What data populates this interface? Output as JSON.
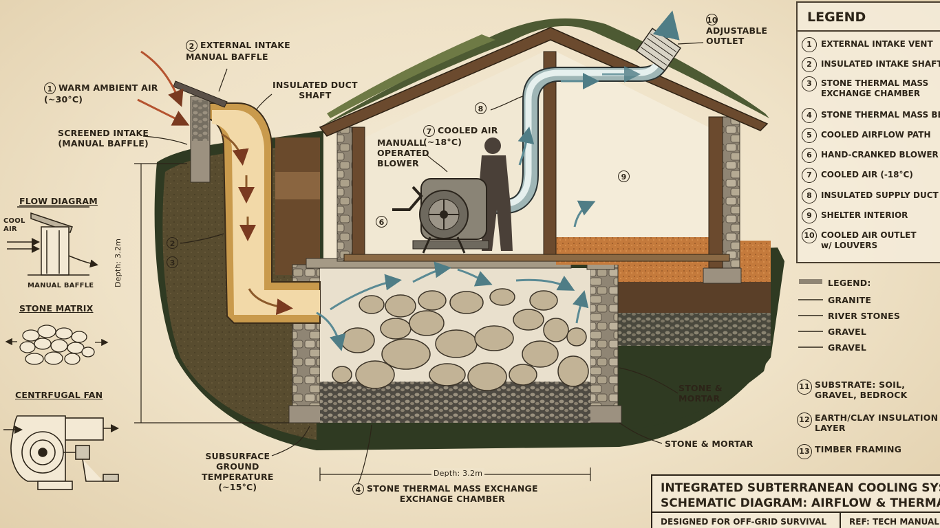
{
  "legend": {
    "title": "LEGEND",
    "items": [
      {
        "n": "1",
        "text": "EXTERNAL INTAKE VENT"
      },
      {
        "n": "2",
        "text": "INSULATED INTAKE SHAFT"
      },
      {
        "n": "3",
        "text": "STONE THERMAL MASS\nEXCHANGE CHAMBER"
      },
      {
        "n": "4",
        "text": "STONE THERMAL MASS BED"
      },
      {
        "n": "5",
        "text": "COOLED AIRFLOW PATH"
      },
      {
        "n": "6",
        "text": "HAND-CRANKED BLOWER"
      },
      {
        "n": "7",
        "text": "COOLED AIR (-18°C)"
      },
      {
        "n": "8",
        "text": "INSULATED SUPPLY DUCT"
      },
      {
        "n": "9",
        "text": "SHELTER INTERIOR"
      },
      {
        "n": "10",
        "text": "COOLED AIR OUTLET\nw/ LOUVERS"
      }
    ]
  },
  "material_legend": {
    "title": "LEGEND:",
    "items": [
      "GRANITE",
      "RIVER STONES",
      "GRAVEL",
      "GRAVEL"
    ]
  },
  "extra_legend": [
    {
      "n": "11",
      "text": "SUBSTRATE: SOIL,\nGRAVEL, BEDROCK"
    },
    {
      "n": "12",
      "text": "EARTH/CLAY INSULATION\nLAYER"
    },
    {
      "n": "13",
      "text": "TIMBER FRAMING"
    }
  ],
  "callouts": {
    "warm_air": {
      "n": "1",
      "text": "WARM AMBIENT AIR\n(~30°C)"
    },
    "baffle": {
      "n": "2",
      "text": "EXTERNAL INTAKE\nMANUAL BAFFLE"
    },
    "duct_shaft": "INSULATED DUCT\nSHAFT",
    "screened": "SCREENED INTAKE\n(MANUAL BAFFLE)",
    "outlet": {
      "n": "10",
      "text": "ADJUSTABLE\nOUTLET"
    },
    "supply_num": "8",
    "cooled_air": {
      "n": "7",
      "text": "COOLED AIR\n(~18°C)"
    },
    "blower": "MANUALL\nOPERATED\nBLOWER",
    "blower_num": "6",
    "interior_num": "9",
    "shaft_num_a": "2",
    "shaft_num_b": "3",
    "depth_v": "Depth: 3.2m",
    "depth_h": "Depth: 3.2m",
    "subsurface": "SUBSURFACE\nGROUND\nTEMPERATURE\n(~15°C)",
    "chamber": {
      "n": "4",
      "text": "STONE THERMAL MASS EXCHANGE\nEXCHANGE CHAMBER"
    },
    "stone_mortar_1": "STONE &\nMORTAR",
    "stone_mortar_2": "STONE & MORTAR"
  },
  "insets": {
    "flow": {
      "title": "FLOW DIAGRAM",
      "cool": "COOL\nAIR",
      "baffle": "MANUAL BAFFLE"
    },
    "matrix": {
      "title": "STONE MATRIX"
    },
    "fan": {
      "title": "CENTRFUGAL FAN"
    }
  },
  "title_block": {
    "line1": "INTEGRATED SUBTERRANEAN COOLING SYSTEM",
    "line2": "SCHEMATIC DIAGRAM: AIRFLOW & THERMAL MASS",
    "designed": "DESIGNED FOR OFF-GRID SURVIVAL",
    "ref": "REF: TECH MANUAL"
  },
  "colors": {
    "paper": "#f1e6cf",
    "ink": "#2c2418",
    "duct": "#f2d9a8",
    "soil": "#6b4a2e",
    "stone": "#b8aa92",
    "arrow": "#7a3a20",
    "roof_moss": "#4d5a33"
  }
}
